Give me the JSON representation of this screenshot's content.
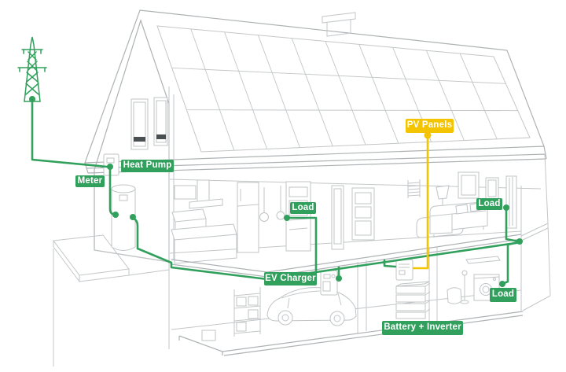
{
  "labels": {
    "meter": "Meter",
    "heat_pump": "Heat Pump",
    "pv_panels": "PV Panels",
    "load_kitchen": "Load",
    "load_radiator": "Load",
    "ev_charger": "EV Charger",
    "load_basement": "Load",
    "battery_inverter": "Battery + Inverter"
  },
  "colors": {
    "wire_green": "#31a05c",
    "wire_yellow": "#f5c400",
    "label_text": "#ffffff",
    "line_art": "#c3c6c8"
  },
  "illustration_elements": [
    "power-pylon",
    "meter-box",
    "heat-pump-outdoor-unit",
    "solar-panel-roof",
    "chimney",
    "pendant-lights",
    "kitchen-island",
    "oven-column",
    "towel-radiator",
    "bathtub",
    "sofa",
    "floor-lamp",
    "panel-radiator",
    "ev-charger-wallbox",
    "car",
    "storage-shelves",
    "inverter-wallbox",
    "battery-stack",
    "washing-machine",
    "toilet",
    "shower",
    "house-cutaway"
  ],
  "connections": [
    {
      "from": "power-grid",
      "to": "meter",
      "color": "green"
    },
    {
      "from": "meter",
      "to": "heat-pump",
      "color": "green"
    },
    {
      "from": "heat-pump",
      "to": "main-bus",
      "color": "green"
    },
    {
      "from": "main-bus",
      "to": "load-kitchen",
      "color": "green"
    },
    {
      "from": "main-bus",
      "to": "ev-charger",
      "color": "green"
    },
    {
      "from": "main-bus",
      "to": "battery-inverter",
      "color": "green"
    },
    {
      "from": "main-bus",
      "to": "load-radiator",
      "color": "green"
    },
    {
      "from": "main-bus",
      "to": "load-basement",
      "color": "green"
    },
    {
      "from": "pv-panels",
      "to": "battery-inverter",
      "color": "yellow"
    }
  ]
}
